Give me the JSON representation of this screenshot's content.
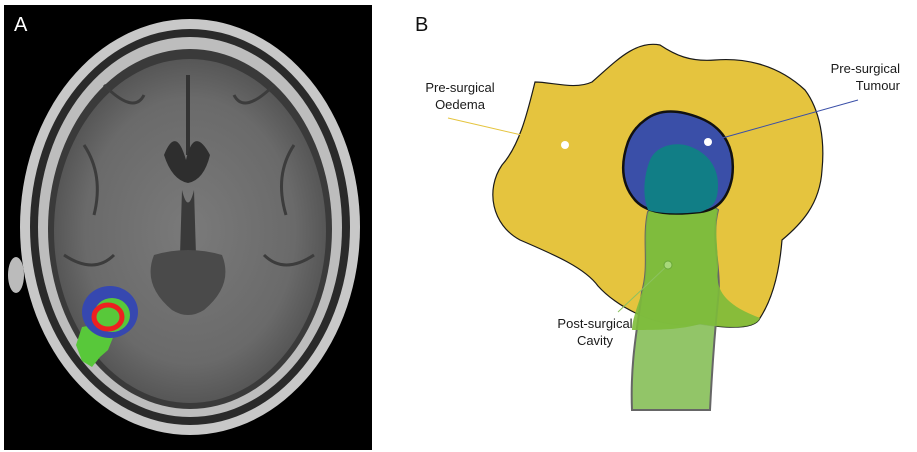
{
  "panels": {
    "a": {
      "letter": "A"
    },
    "b": {
      "letter": "B"
    }
  },
  "labels": {
    "oedema": {
      "line1": "Pre-surgical",
      "line2": "Oedema"
    },
    "tumour": {
      "line1": "Pre-surgical",
      "line2": "Tumour"
    },
    "cavity": {
      "line1": "Post-surgical",
      "line2": "Cavity"
    }
  },
  "colors": {
    "oedema": "#e5c43e",
    "tumour": "#3a4fa8",
    "overlap": "#117e86",
    "cavity": "#8cc260",
    "mri_oedema_green": "#58c83a",
    "mri_tumour_red": "#ee2020",
    "mri_blue": "#3648b0"
  }
}
